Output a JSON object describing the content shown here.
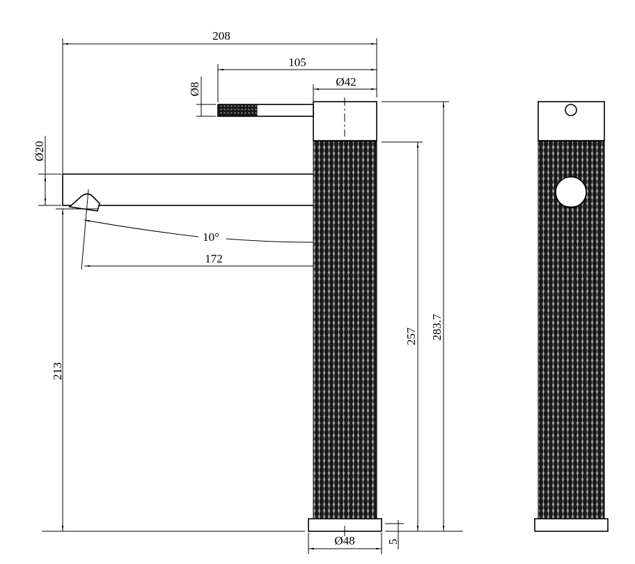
{
  "drawing": {
    "dimensions": {
      "overall_width": "208",
      "handle_reach": "105",
      "cap_diameter": "Ø42",
      "lever_diameter": "Ø8",
      "spout_diameter": "Ø20",
      "spout_angle": "10°",
      "spout_reach": "172",
      "spout_height": "213",
      "body_height": "257",
      "overall_height": "283.7",
      "base_diameter": "Ø48",
      "base_height": "5"
    },
    "colors": {
      "line": "#000000",
      "knurl": "#1a1a1a",
      "background": "#ffffff"
    }
  }
}
